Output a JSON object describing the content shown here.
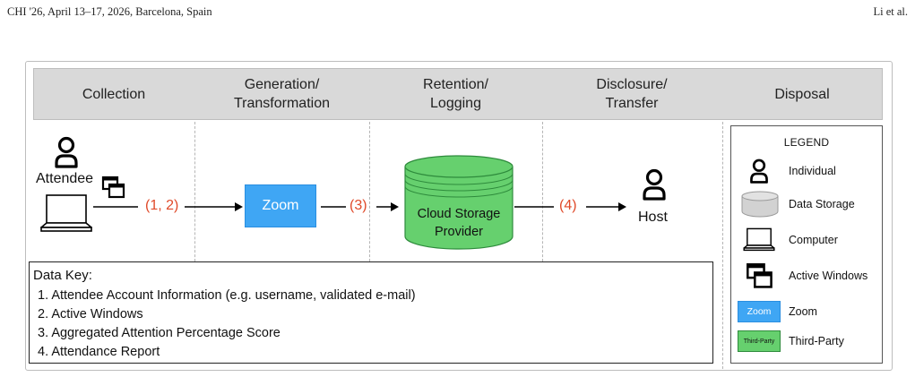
{
  "running_head": {
    "left": "CHI '26, April 13–17, 2026, Barcelona, Spain",
    "right": "Li et al."
  },
  "stages": [
    "Collection",
    "Generation/\nTransformation",
    "Retention/\nLogging",
    "Disclosure/\nTransfer",
    "Disposal"
  ],
  "flow": {
    "attendee_label": "Attendee",
    "zoom_label": "Zoom",
    "cloud_label": "Cloud Storage\nProvider",
    "host_label": "Host",
    "edge_labels": [
      "(1, 2)",
      "(3)",
      "(4)"
    ]
  },
  "data_key": {
    "title": "Data Key:",
    "items": [
      "1. Attendee Account Information (e.g. username, validated e-mail)",
      "2. Active Windows",
      "3. Aggregated Attention Percentage Score",
      "4. Attendance Report"
    ]
  },
  "legend": {
    "title": "LEGEND",
    "items": [
      {
        "icon": "person-icon",
        "label": "Individual"
      },
      {
        "icon": "database-icon",
        "label": "Data Storage"
      },
      {
        "icon": "laptop-icon",
        "label": "Computer"
      },
      {
        "icon": "windows-icon",
        "label": "Active Windows"
      },
      {
        "icon": "zoom-swatch",
        "swatch_text": "Zoom",
        "label": "Zoom"
      },
      {
        "icon": "third-party-swatch",
        "swatch_text": "Third-Party",
        "label": "Third-Party"
      }
    ]
  },
  "colors": {
    "accent_red": "#e04a2a",
    "zoom_blue": "#3fa6f4",
    "third_party_green": "#66d06e",
    "header_gray": "#d9d9d9"
  }
}
